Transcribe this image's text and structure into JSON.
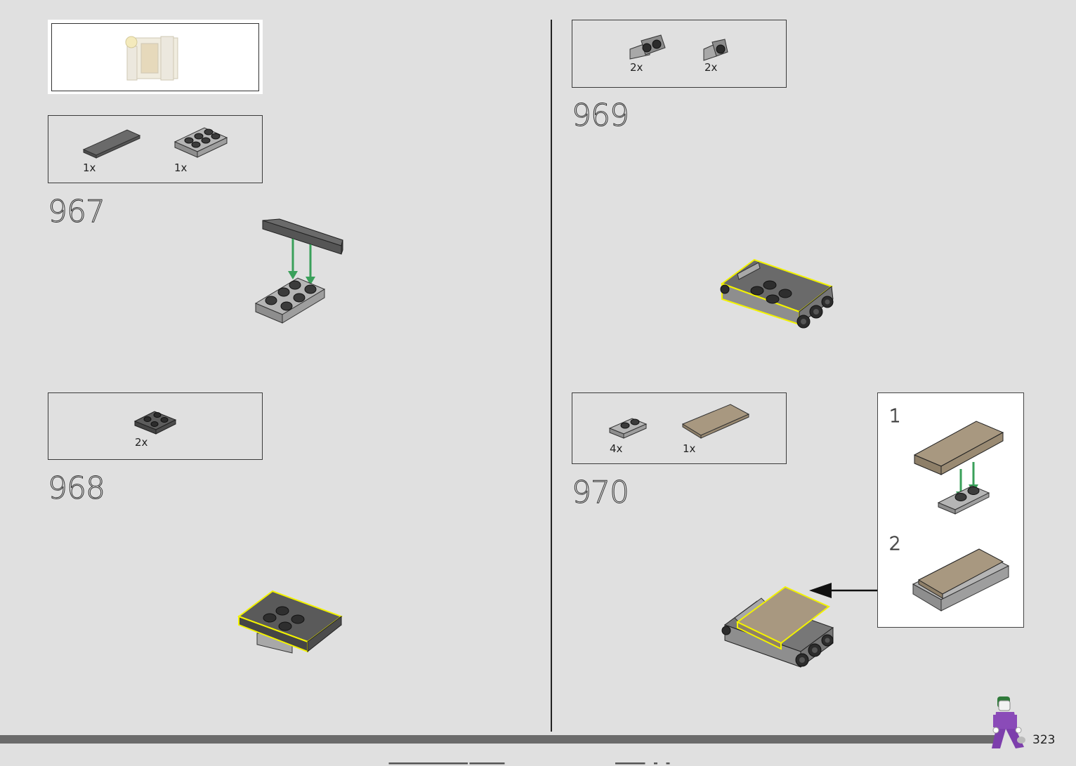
{
  "steps": [
    {
      "number": "967",
      "parts": [
        {
          "qty": "1x"
        },
        {
          "qty": "1x"
        }
      ]
    },
    {
      "number": "968",
      "parts": [
        {
          "qty": "2x"
        }
      ]
    },
    {
      "number": "969",
      "parts": [
        {
          "qty": "2x"
        },
        {
          "qty": "2x"
        }
      ]
    },
    {
      "number": "970",
      "parts": [
        {
          "qty": "4x"
        },
        {
          "qty": "1x"
        }
      ]
    }
  ],
  "callout": {
    "sub_steps": [
      "1",
      "2"
    ]
  },
  "page": {
    "number": "323"
  },
  "icons": [
    "previous-model-thumbnail",
    "joker-minifigure-icon"
  ],
  "colors": {
    "background": "#e0e0e0",
    "brick_dark": "#5a5a5a",
    "brick_light": "#a8a8a8",
    "tan": "#a89880",
    "arrow_green": "#3aa05a",
    "highlight": "#f2f200"
  }
}
